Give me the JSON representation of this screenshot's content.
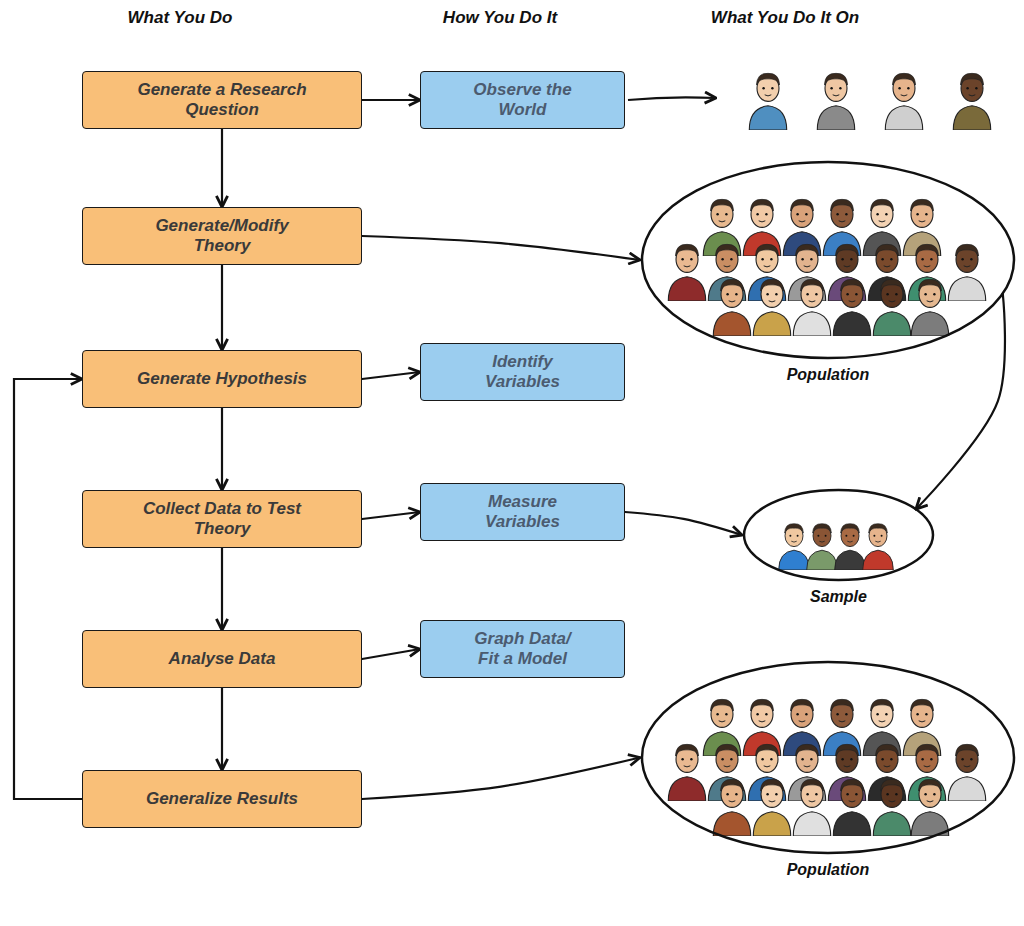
{
  "diagram": {
    "nodes": [
      {
        "text": [
          "Generate a Research Question"
        ]
      },
      {
        "text": [
          "Observe the World"
        ]
      },
      {
        "text": [
          "Generate/Modify Theory"
        ]
      },
      {
        "text": [
          "Population"
        ]
      },
      {
        "text": [
          "Generate Hypothesis"
        ]
      },
      {
        "text": [
          "Identify Variables"
        ]
      },
      {
        "text": [
          "Collect Data to Test Theory"
        ]
      },
      {
        "text": [
          "Measure Variables"
        ]
      },
      {
        "text": [
          "Sample"
        ]
      },
      {
        "text": [
          "Analyse Data"
        ]
      },
      {
        "text": [
          "Graph Data/ Fit a Model"
        ]
      },
      {
        "text": [
          "Generalize Results"
        ]
      },
      {
        "text": [
          "Population"
        ]
      }
    ],
    "edges": [
      {
        "from": 0,
        "to": 1,
        "arrow": "to"
      },
      {
        "from": 0,
        "to": 2,
        "arrow": "to"
      },
      {
        "from": 2,
        "to": 3,
        "arrow": "to"
      },
      {
        "from": 2,
        "to": 4,
        "arrow": "to"
      },
      {
        "from": 4,
        "to": 5,
        "arrow": "to"
      },
      {
        "from": 3,
        "to": 8,
        "arrow": "to"
      },
      {
        "from": 4,
        "to": 6,
        "arrow": "to"
      },
      {
        "from": 6,
        "to": 7,
        "arrow": "to"
      },
      {
        "from": 7,
        "to": 8,
        "arrow": "to"
      },
      {
        "from": 6,
        "to": 9,
        "arrow": "to"
      },
      {
        "from": 9,
        "to": 10,
        "arrow": "to"
      },
      {
        "from": 9,
        "to": 11,
        "arrow": "to"
      },
      {
        "from": 11,
        "to": 12,
        "arrow": "to"
      },
      {
        "from": 11,
        "to": 4,
        "arrow": "to"
      }
    ],
    "labels": [
      "What You Do",
      "How You Do It",
      "What You Do It On"
    ]
  }
}
